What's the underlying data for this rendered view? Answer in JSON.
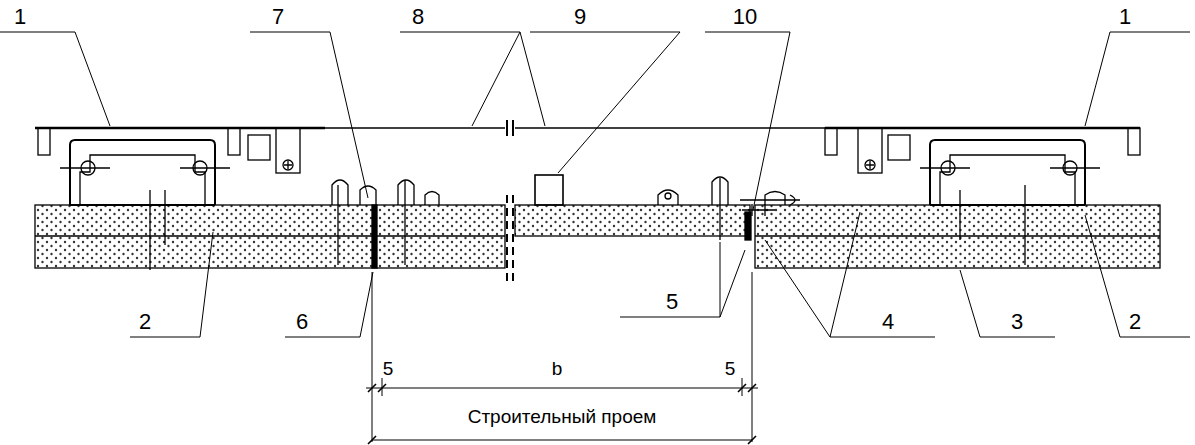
{
  "diagram": {
    "labels": [
      "1",
      "7",
      "8",
      "9",
      "10",
      "1",
      "2",
      "6",
      "5",
      "4",
      "3",
      "2",
      "5",
      "b",
      "5",
      "Строительный проем"
    ]
  }
}
